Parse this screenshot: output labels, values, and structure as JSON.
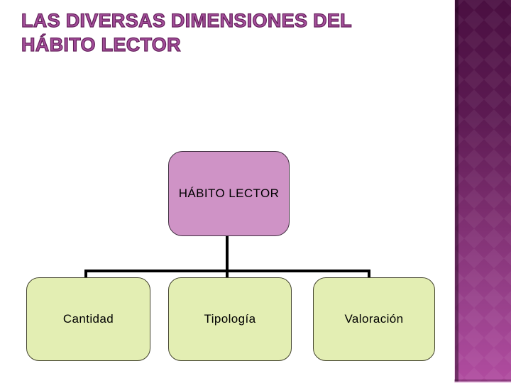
{
  "title": {
    "line1": "LAS DIVERSAS DIMENSIONES DEL",
    "line2": "HÁBITO LECTOR"
  },
  "diagram": {
    "type": "org-chart",
    "root_label": "HÁBITO LECTOR",
    "children": [
      {
        "label": "Cantidad"
      },
      {
        "label": "Tipología"
      },
      {
        "label": "Valoración"
      }
    ]
  },
  "colors": {
    "background": "#ffffff",
    "title_text": "#a34f9a",
    "title_outline": "#65205c",
    "root_node_fill": "#cf93c6",
    "child_node_fill": "#e3eeb3",
    "node_text": "#000000",
    "connector": "#000000",
    "panel_gradient_top": "#4a0f41",
    "panel_gradient_mid": "#7b2d6e",
    "panel_gradient_bottom": "#b14ca0"
  }
}
